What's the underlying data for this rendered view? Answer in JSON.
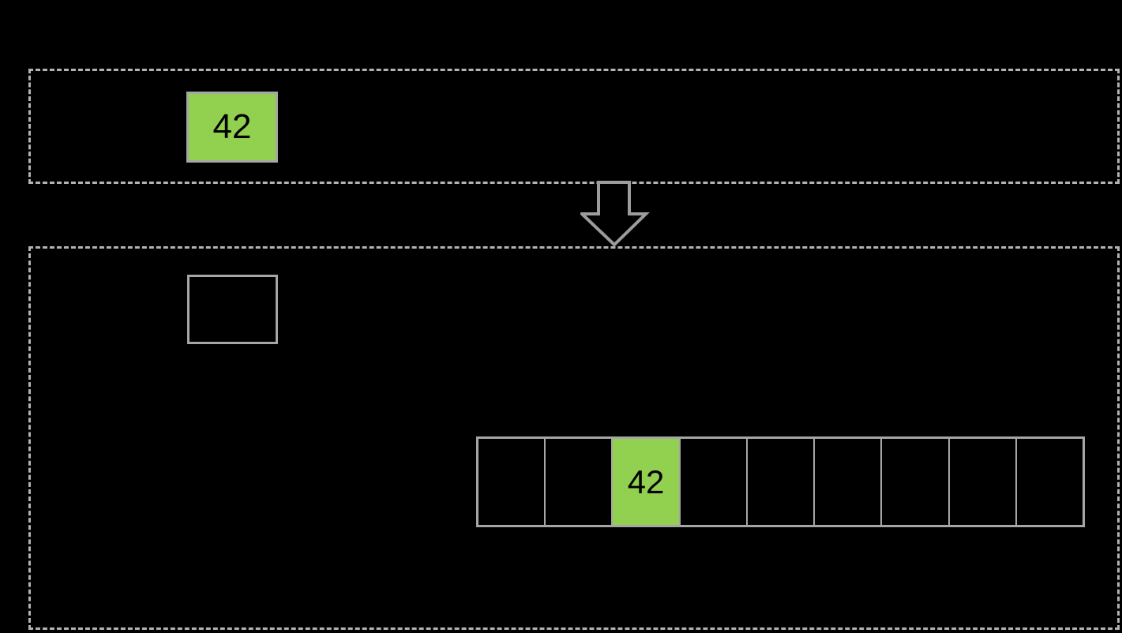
{
  "colors": {
    "background": "#000000",
    "highlight": "#92d050",
    "border": "#a6a6a6",
    "dash": "#b3b3b3",
    "arrow": "#9c9c9c",
    "text": "#000000"
  },
  "top_region": {
    "value_box": {
      "label": "42"
    }
  },
  "arrow": {
    "direction": "down"
  },
  "bottom_region": {
    "empty_box": {
      "label": ""
    },
    "cell_row": {
      "cell_count": 9,
      "highlight_index": 2,
      "cells": [
        "",
        "",
        "42",
        "",
        "",
        "",
        "",
        "",
        ""
      ]
    }
  }
}
